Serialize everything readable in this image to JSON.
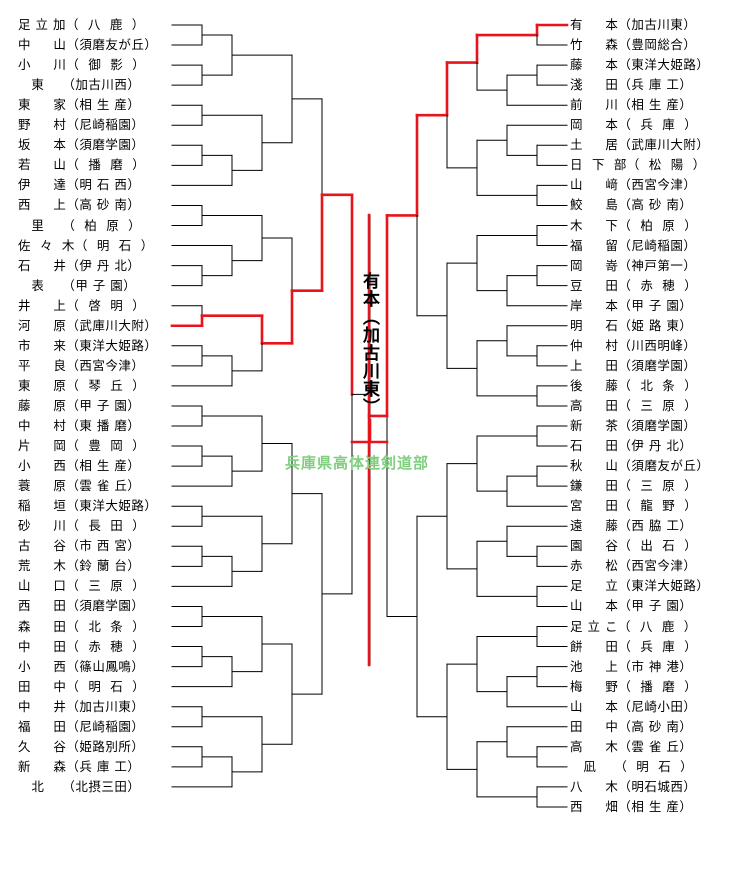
{
  "champion": "有本（加古川東）",
  "watermark": "兵庫県高体連剣道部",
  "left_entries": [
    "足 立 加（  八  鹿  ）",
    "中     山（須磨友が丘）",
    "小     川（  御  影  ）",
    "   東    （加古川西）",
    "東     家（相 生 産）",
    "野     村（尼崎稲園）",
    "坂     本（須磨学園）",
    "若     山（  播  磨  ）",
    "伊     達（明 石 西）",
    "西     上（高 砂 南）",
    "   里    （  柏  原  ）",
    "佐  々  木（  明  石  ）",
    "石     井（伊 丹 北）",
    "   表    （甲 子 園）",
    "井     上（  啓  明  ）",
    "河     原（武庫川大附）",
    "市     来（東洋大姫路）",
    "平     良（西宮今津）",
    "東     原（  琴  丘  ）",
    "藤     原（甲 子 園）",
    "中     村（東 播 磨）",
    "片     岡（  豊  岡  ）",
    "小     西（相 生 産）",
    "蓑     原（雲 雀 丘）",
    "稲     垣（東洋大姫路）",
    "砂     川（  長  田  ）",
    "古     谷（市 西 宮）",
    "荒     木（鈴 蘭 台）",
    "山     口（  三  原  ）",
    "西     田（須磨学園）",
    "森     田（  北  条  ）",
    "中     田（  赤  穂  ）",
    "小     西（篠山鳳鳴）",
    "田     中（  明  石  ）",
    "中     井（加古川東）",
    "福     田（尼崎稲園）",
    "久     谷（姫路別所）",
    "新     森（兵 庫 工）",
    "   北    （北摂三田）"
  ],
  "right_entries": [
    "有     本（加古川東）",
    "竹     森（豊岡総合）",
    "藤     本（東洋大姫路）",
    "淺     田（兵 庫 工）",
    "前     川（相 生 産）",
    "岡     本（  兵  庫  ）",
    "土     居（武庫川大附）",
    "日  下  部（  松  陽  ）",
    "山     﨑（西宮今津）",
    "鮫     島（高 砂 南）",
    "木     下（  柏  原  ）",
    "福     留（尼崎稲園）",
    "岡     嵜（神戸第一）",
    "豆     田（  赤  穂  ）",
    "岸     本（甲 子 園）",
    "明     石（姫 路 東）",
    "仲     村（川西明峰）",
    "上     田（須磨学園）",
    "後     藤（  北  条  ）",
    "高     田（  三  原  ）",
    "新     茶（須磨学園）",
    "石     田（伊 丹 北）",
    "秋     山（須磨友が丘）",
    "鎌     田（  三  原  ）",
    "宮     田（  龍  野  ）",
    "遠     藤（西 脇 工）",
    "園     谷（  出  石  ）",
    "赤     松（西宮今津）",
    "足     立（東洋大姫路）",
    "山     本（甲 子 園）",
    "足 立 こ（  八  鹿  ）",
    "餅     田（  兵  庫  ）",
    "池     上（市 神 港）",
    "梅     野（  播  磨  ）",
    "山     本（尼崎小田）",
    "田     中（高 砂 南）",
    "高     木（雲 雀 丘）",
    "   凪    （  明  石  ）",
    "八     木（明石城西）",
    "西     畑（相 生 産）"
  ],
  "colors": {
    "winner_line": "#e8141c",
    "line": "#000000",
    "watermark": "#7fcf7f"
  }
}
